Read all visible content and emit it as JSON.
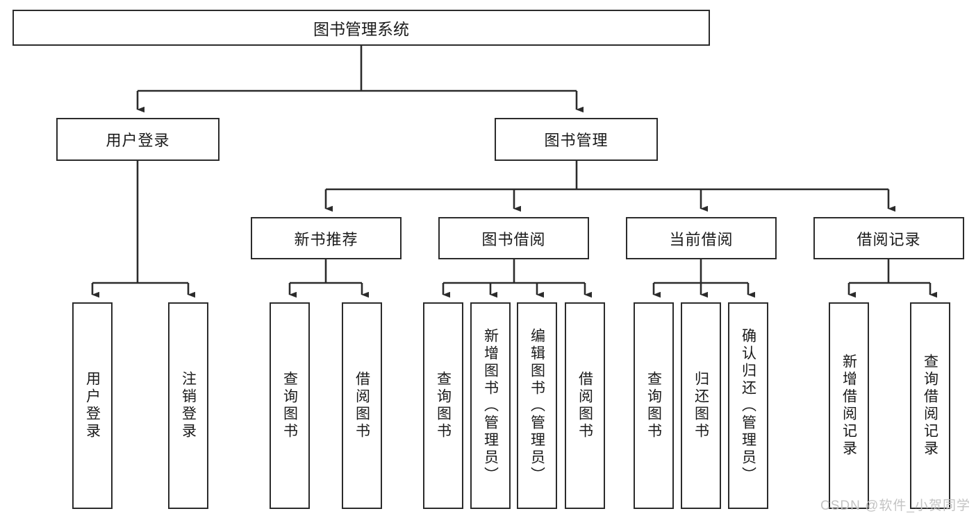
{
  "diagram": {
    "type": "tree",
    "title": "图书管理系统",
    "watermark": "CSDN @软件_小贺同学",
    "root": {
      "label": "图书管理系统"
    },
    "level2": [
      {
        "label": "用户登录"
      },
      {
        "label": "图书管理"
      }
    ],
    "level3": [
      {
        "label": "新书推荐"
      },
      {
        "label": "图书借阅"
      },
      {
        "label": "当前借阅"
      },
      {
        "label": "借阅记录"
      }
    ],
    "leaves": {
      "user_login": [
        {
          "label": "用户登录"
        },
        {
          "label": "注销登录"
        }
      ],
      "new_book": [
        {
          "label": "查询图书"
        },
        {
          "label": "借阅图书"
        }
      ],
      "book_borrow": [
        {
          "label": "查询图书"
        },
        {
          "label": "新增图书（管理员）"
        },
        {
          "label": "编辑图书（管理员）"
        },
        {
          "label": "借阅图书"
        }
      ],
      "current_borrow": [
        {
          "label": "查询图书"
        },
        {
          "label": "归还图书"
        },
        {
          "label": "确认归还（管理员）"
        }
      ],
      "borrow_record": [
        {
          "label": "新增借阅记录"
        },
        {
          "label": "查询借阅记录"
        }
      ]
    },
    "colors": {
      "stroke": "#2b2b2b",
      "fill": "#ffffff",
      "text": "#1a1a1a",
      "watermark": "#c3c3c3"
    }
  }
}
